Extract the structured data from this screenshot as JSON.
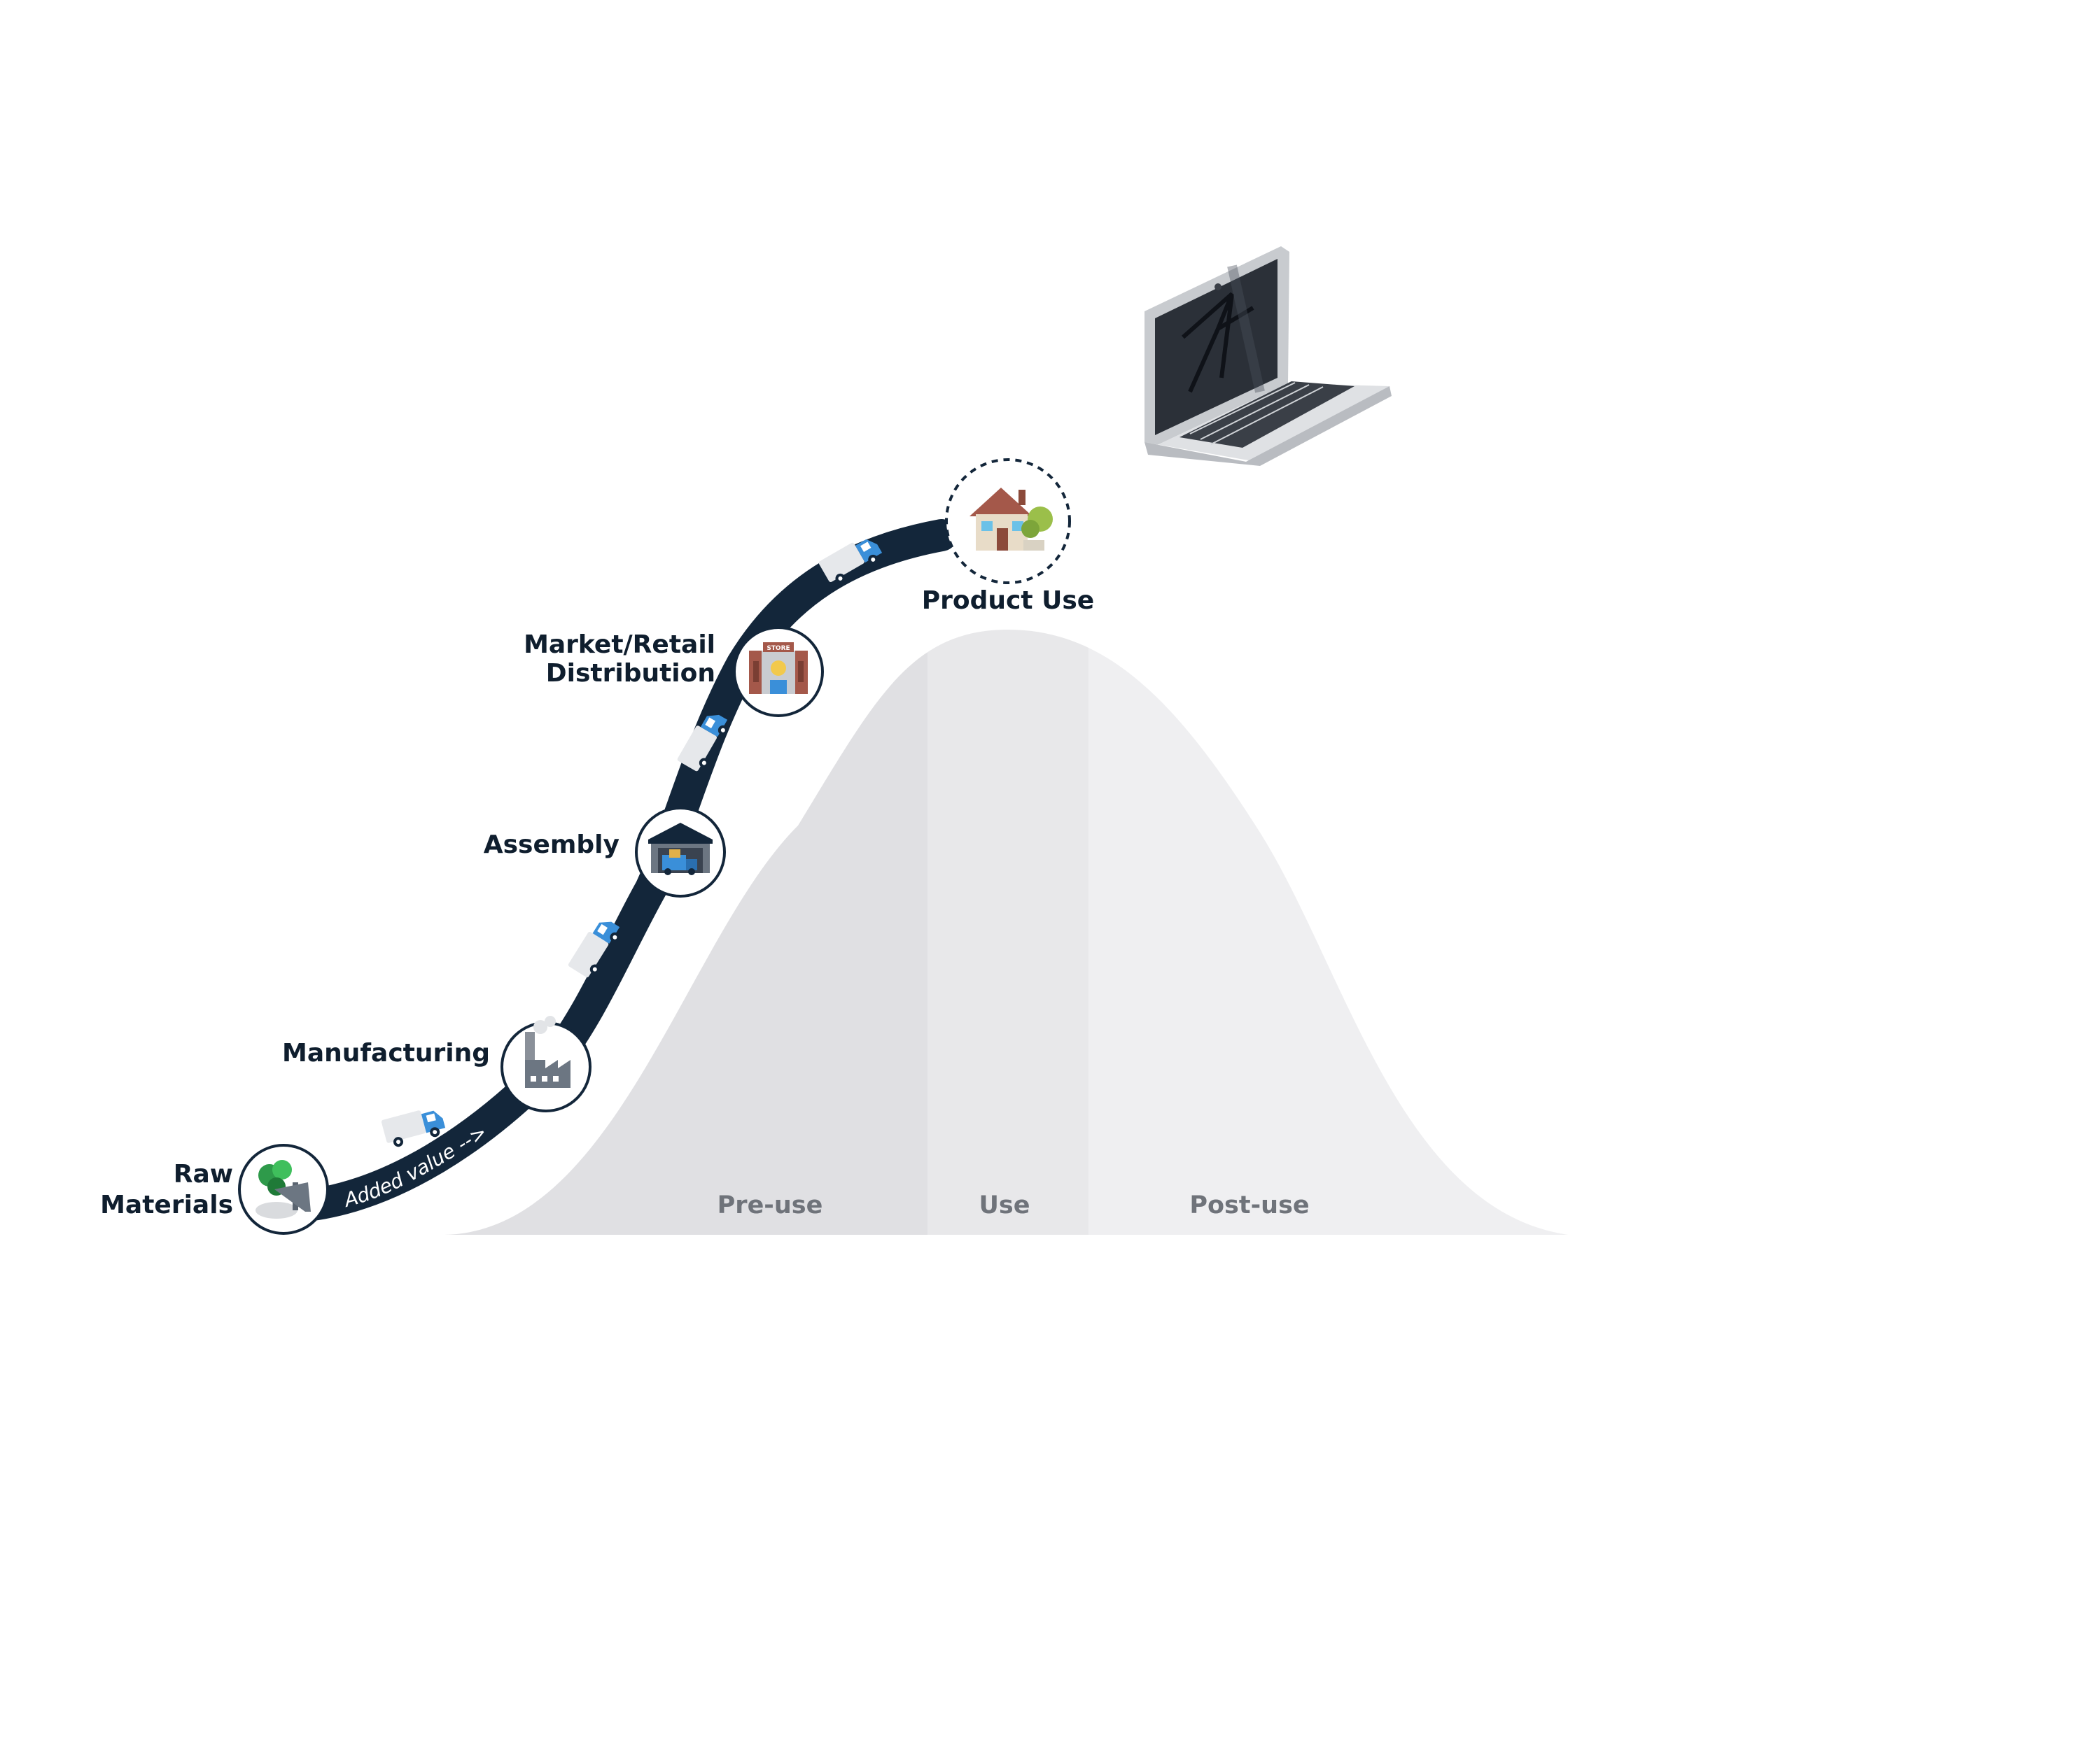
{
  "stages": [
    {
      "label_lines": [
        "Raw",
        "Materials"
      ],
      "icon": "raw-materials-icon"
    },
    {
      "label_lines": [
        "Manufacturing"
      ],
      "icon": "factory-icon"
    },
    {
      "label_lines": [
        "Assembly"
      ],
      "icon": "warehouse-icon"
    },
    {
      "label_lines": [
        "Market/Retail",
        "Distribution"
      ],
      "icon": "store-icon"
    },
    {
      "label_lines": [
        "Product Use"
      ],
      "icon": "house-icon"
    }
  ],
  "store_sign": "STORE",
  "path_label": "Added value -->",
  "phases": [
    {
      "label": "Pre-use",
      "color": "#e0e0e3"
    },
    {
      "label": "Use",
      "color": "#e8e8ea"
    },
    {
      "label": "Post-use",
      "color": "#efeff1"
    }
  ],
  "colors": {
    "path": "#13263a",
    "truck_blue": "#3a8fd9",
    "truck_box": "#e6e8eb",
    "label_dark": "#0f1e2e",
    "phase_text": "#6f737a"
  },
  "end_of_life_item": "broken-laptop-icon"
}
